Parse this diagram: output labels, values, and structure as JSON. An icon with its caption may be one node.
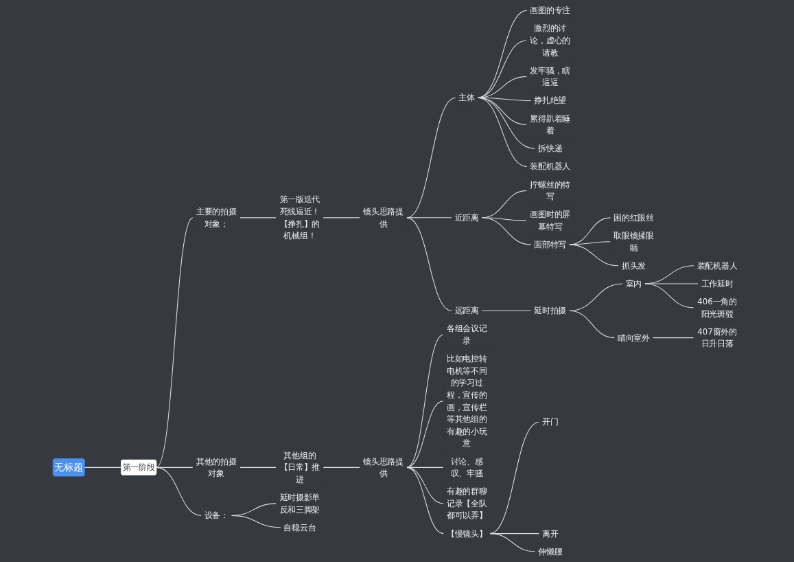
{
  "diagram": {
    "nodes": [
      {
        "text": [
          "无标题"
        ]
      },
      {
        "text": [
          "第一阶段"
        ]
      },
      {
        "text": [
          "主要的拍摄对象："
        ]
      },
      {
        "text": [
          "第一版迭代死线逼近！【挣扎】的机械组！"
        ]
      },
      {
        "text": [
          "镜头思路提供"
        ]
      },
      {
        "text": [
          "主体"
        ]
      },
      {
        "text": [
          "画图的专注"
        ]
      },
      {
        "text": [
          "激烈的讨论，虚心的请教"
        ]
      },
      {
        "text": [
          "发牢骚，瞎逼逼"
        ]
      },
      {
        "text": [
          "挣扎绝望"
        ]
      },
      {
        "text": [
          "累得趴着睡着"
        ]
      },
      {
        "text": [
          "拆快递"
        ]
      },
      {
        "text": [
          "装配机器人"
        ]
      },
      {
        "text": [
          "近距离"
        ]
      },
      {
        "text": [
          "拧螺丝的特写"
        ]
      },
      {
        "text": [
          "画图时的屏幕特写"
        ]
      },
      {
        "text": [
          "面部特写"
        ]
      },
      {
        "text": [
          "困的红眼丝"
        ]
      },
      {
        "text": [
          "取眼镜揉眼睛"
        ]
      },
      {
        "text": [
          "抓头发"
        ]
      },
      {
        "text": [
          "远距离"
        ]
      },
      {
        "text": [
          "延时拍摄"
        ]
      },
      {
        "text": [
          "室内"
        ]
      },
      {
        "text": [
          "装配机器人"
        ]
      },
      {
        "text": [
          "工作延时"
        ]
      },
      {
        "text": [
          "406一角的阳光斑驳"
        ]
      },
      {
        "text": [
          "瞄向室外"
        ]
      },
      {
        "text": [
          "407窗外的日升日落"
        ]
      },
      {
        "text": [
          "其他的拍摄对象"
        ]
      },
      {
        "text": [
          "其他组的【日常】推进"
        ]
      },
      {
        "text": [
          "镜头思路提供"
        ]
      },
      {
        "text": [
          "各组会议记录"
        ]
      },
      {
        "text": [
          "比如电控转电机等不同的学习过程，宣传的画，宣传栏等其他组的有趣的小玩意"
        ]
      },
      {
        "text": [
          "讨论、感叹、牢骚"
        ]
      },
      {
        "text": [
          "有趣的群聊记录【全队都可以弄】"
        ]
      },
      {
        "text": [
          "【慢镜头】"
        ]
      },
      {
        "text": [
          "开门"
        ]
      },
      {
        "text": [
          "离开"
        ]
      },
      {
        "text": [
          "伸懒腰"
        ]
      },
      {
        "text": [
          "设备："
        ]
      },
      {
        "text": [
          "延时摄影单反和三脚架"
        ]
      },
      {
        "text": [
          "自稳云台"
        ]
      }
    ],
    "edges": [
      {
        "from": 0,
        "to": 1,
        "arrow": "none"
      },
      {
        "from": 1,
        "to": 2,
        "arrow": "none"
      },
      {
        "from": 2,
        "to": 3,
        "arrow": "none"
      },
      {
        "from": 3,
        "to": 4,
        "arrow": "none"
      },
      {
        "from": 4,
        "to": 5,
        "arrow": "none"
      },
      {
        "from": 5,
        "to": 6,
        "arrow": "none"
      },
      {
        "from": 5,
        "to": 7,
        "arrow": "none"
      },
      {
        "from": 5,
        "to": 8,
        "arrow": "none"
      },
      {
        "from": 5,
        "to": 9,
        "arrow": "none"
      },
      {
        "from": 5,
        "to": 10,
        "arrow": "none"
      },
      {
        "from": 5,
        "to": 11,
        "arrow": "none"
      },
      {
        "from": 5,
        "to": 12,
        "arrow": "none"
      },
      {
        "from": 4,
        "to": 13,
        "arrow": "none"
      },
      {
        "from": 13,
        "to": 14,
        "arrow": "none"
      },
      {
        "from": 13,
        "to": 15,
        "arrow": "none"
      },
      {
        "from": 13,
        "to": 16,
        "arrow": "none"
      },
      {
        "from": 16,
        "to": 17,
        "arrow": "none"
      },
      {
        "from": 16,
        "to": 18,
        "arrow": "none"
      },
      {
        "from": 16,
        "to": 19,
        "arrow": "none"
      },
      {
        "from": 4,
        "to": 20,
        "arrow": "none"
      },
      {
        "from": 20,
        "to": 21,
        "arrow": "none"
      },
      {
        "from": 21,
        "to": 22,
        "arrow": "none"
      },
      {
        "from": 22,
        "to": 23,
        "arrow": "none"
      },
      {
        "from": 22,
        "to": 24,
        "arrow": "none"
      },
      {
        "from": 22,
        "to": 25,
        "arrow": "none"
      },
      {
        "from": 21,
        "to": 26,
        "arrow": "none"
      },
      {
        "from": 26,
        "to": 27,
        "arrow": "none"
      },
      {
        "from": 1,
        "to": 28,
        "arrow": "none"
      },
      {
        "from": 28,
        "to": 29,
        "arrow": "none"
      },
      {
        "from": 29,
        "to": 30,
        "arrow": "none"
      },
      {
        "from": 30,
        "to": 31,
        "arrow": "none"
      },
      {
        "from": 30,
        "to": 32,
        "arrow": "none"
      },
      {
        "from": 30,
        "to": 33,
        "arrow": "none"
      },
      {
        "from": 30,
        "to": 34,
        "arrow": "none"
      },
      {
        "from": 30,
        "to": 35,
        "arrow": "none"
      },
      {
        "from": 35,
        "to": 36,
        "arrow": "none"
      },
      {
        "from": 35,
        "to": 37,
        "arrow": "none"
      },
      {
        "from": 35,
        "to": 38,
        "arrow": "none"
      },
      {
        "from": 1,
        "to": 39,
        "arrow": "none"
      },
      {
        "from": 39,
        "to": 40,
        "arrow": "none"
      },
      {
        "from": 39,
        "to": 41,
        "arrow": "none"
      }
    ]
  }
}
